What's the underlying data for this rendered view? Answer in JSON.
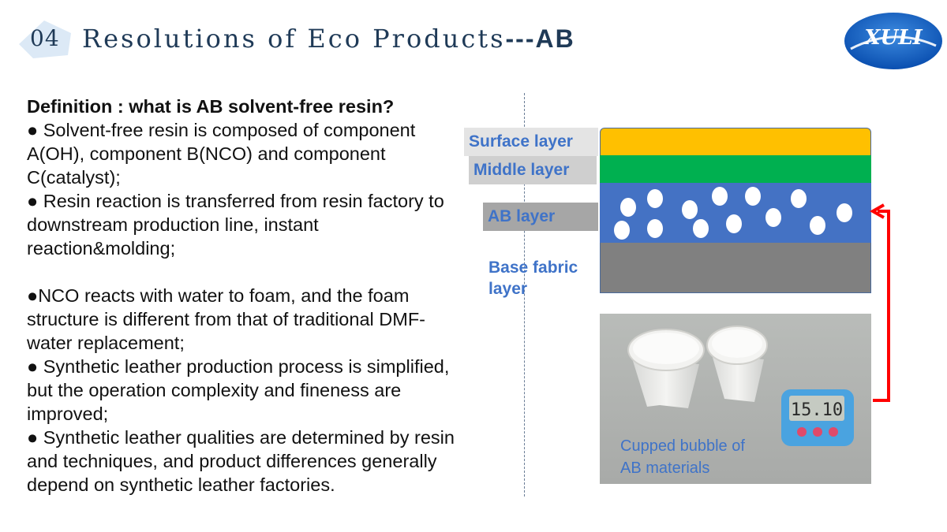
{
  "header": {
    "number": "04",
    "title_serif": "Resolutions of Eco Products",
    "title_bold": "---AB",
    "logo_text": "XULI"
  },
  "content": {
    "definition": "Definition : what is AB solvent-free resin?",
    "bullet1": "● Solvent-free resin is composed of component A(OH), component B(NCO) and component C(catalyst);",
    "bullet2": "● Resin reaction is transferred from resin factory to downstream production line, instant reaction&molding;",
    "bullet3": "●NCO reacts with water to foam, and the foam structure is different from that of traditional DMF-water replacement;",
    "bullet4": "● Synthetic leather production process is simplified, but the operation complexity and fineness are improved;",
    "bullet5": "● Synthetic leather qualities are determined by resin and techniques, and product differences generally depend on synthetic leather factories."
  },
  "diagram": {
    "surface_label": "Surface layer",
    "middle_label": "Middle layer",
    "ab_label": "AB layer",
    "base_label": "Base fabric layer",
    "colors": {
      "surface": "#ffc000",
      "middle": "#00b050",
      "ab": "#4472c4",
      "base": "#808080",
      "arrow": "#ff0000",
      "label_text": "#3f73c8"
    },
    "photo_caption_line1": "Cupped bubble of",
    "photo_caption_line2": "AB materials",
    "timer_display": "15.10"
  }
}
